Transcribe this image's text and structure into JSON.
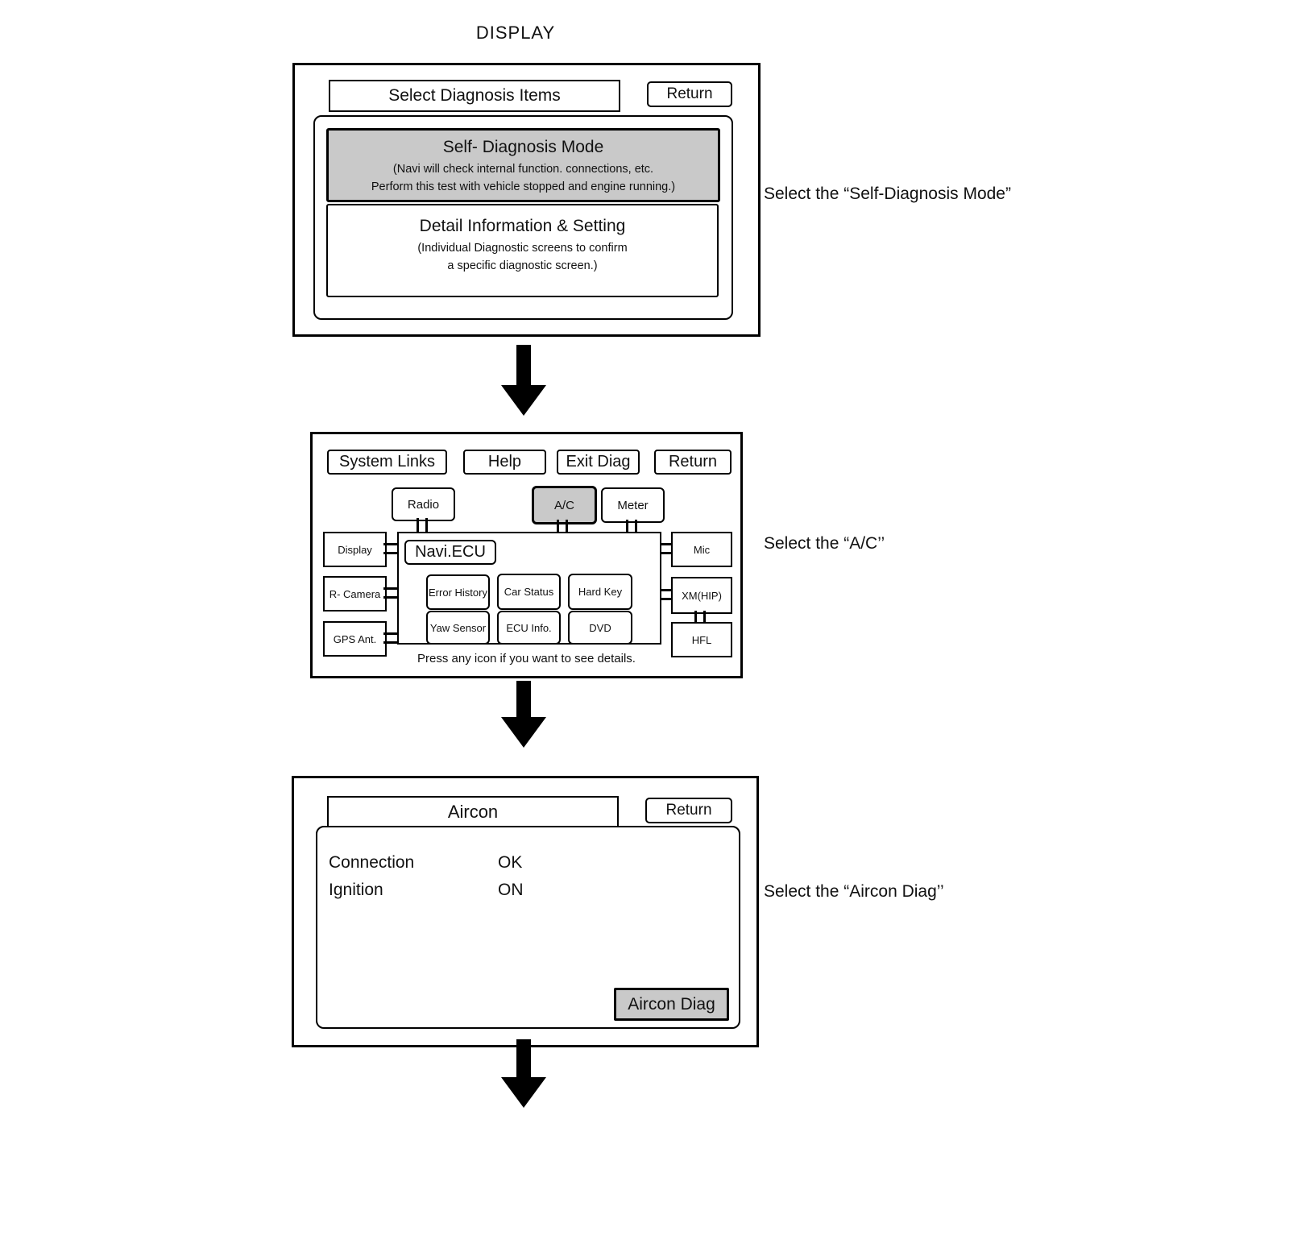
{
  "page": {
    "title": "DISPLAY"
  },
  "annotations": {
    "step1": "Select the “Self-Diagnosis Mode”",
    "step2": "Select the “A/C’’",
    "step3": "Select the “Aircon Diag’’"
  },
  "screen1": {
    "header": "Select Diagnosis Items",
    "return_button": "Return",
    "options": {
      "self_diag": {
        "title": "Self- Diagnosis Mode",
        "line1": "(Navi will check internal function. connections, etc.",
        "line2": "Perform this test with vehicle stopped and engine running.)"
      },
      "detail_info": {
        "title": "Detail Information & Setting",
        "line1": "(Individual Diagnostic screens to confirm",
        "line2": "a specific diagnostic screen.)"
      }
    }
  },
  "screen2": {
    "buttons": {
      "system_links": "System Links",
      "help": "Help",
      "exit_diag": "Exit Diag",
      "return": "Return"
    },
    "nodes": {
      "radio": "Radio",
      "ac": "A/C",
      "meter": "Meter",
      "display": "Display",
      "r_camera": "R- Camera",
      "gps_ant": "GPS Ant.",
      "mic": "Mic",
      "xm_hip": "XM(HIP)",
      "hfl": "HFL",
      "navi_ecu": "Navi.ECU",
      "error_history": "Error History",
      "car_status": "Car Status",
      "hard_key": "Hard Key",
      "yaw_sensor": "Yaw Sensor",
      "ecu_info": "ECU Info.",
      "dvd": "DVD"
    },
    "footnote": "Press any icon if you want to see details."
  },
  "screen3": {
    "header": "Aircon",
    "return_button": "Return",
    "status": [
      {
        "label": "Connection",
        "value": "OK"
      },
      {
        "label": "Ignition",
        "value": "ON"
      }
    ],
    "diag_button": "Aircon Diag"
  },
  "colors": {
    "highlight": "#c9c9c9",
    "line": "#000000"
  }
}
